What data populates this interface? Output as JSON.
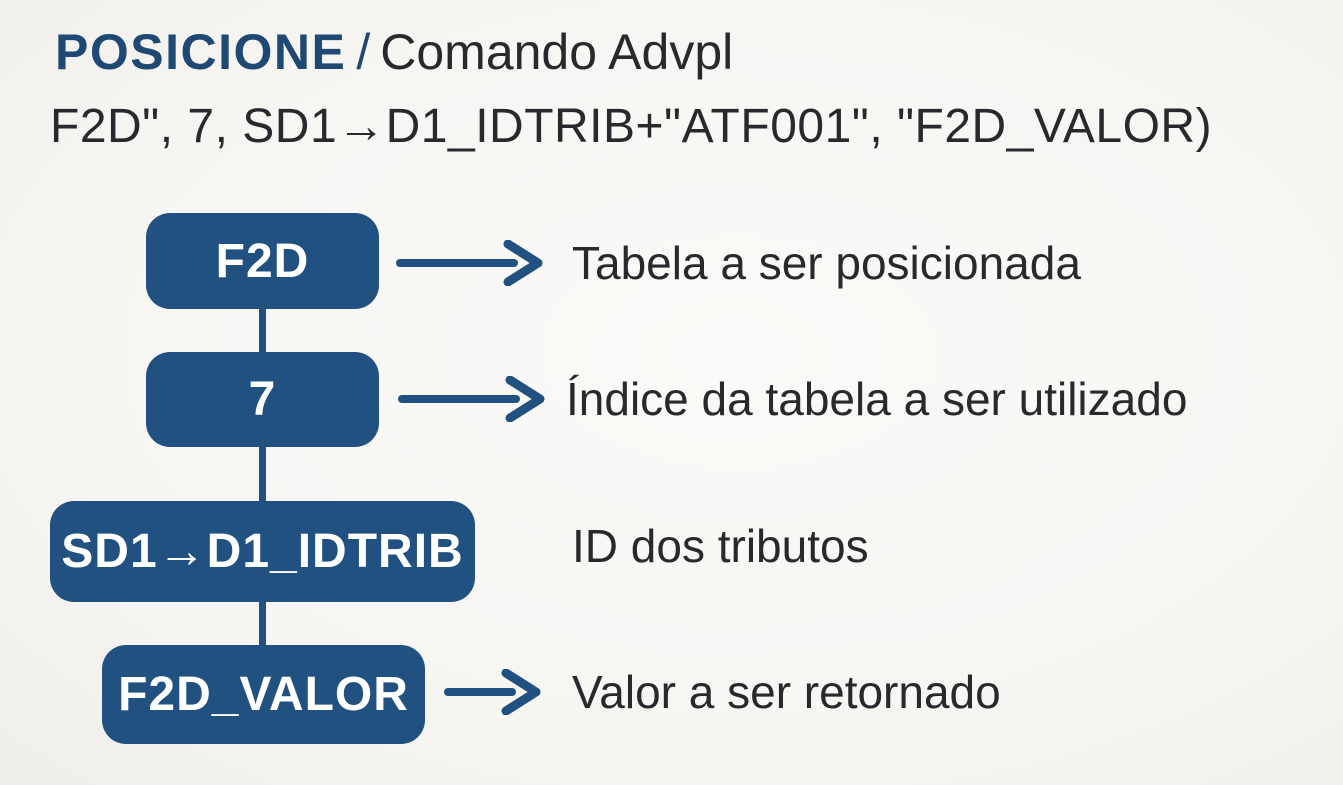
{
  "header": {
    "title_primary": "POSICIONE",
    "title_separator": "/",
    "title_secondary": "Comando Advpl",
    "code_line": "F2D\", 7, SD1→D1_IDTRIB+\"ATF001\", \"F2D_VALOR)"
  },
  "diagram": {
    "rows": [
      {
        "box_label": "F2D",
        "description": "Tabela a ser posicionada",
        "arrow": true
      },
      {
        "box_label": "7",
        "description": "Índice da tabela a ser utilizado",
        "arrow": true
      },
      {
        "box_label": "SD1→D1_IDTRIB",
        "description": "ID dos tributos",
        "arrow": false
      },
      {
        "box_label": "F2D_VALOR",
        "description": "Valor a ser retornado",
        "arrow": true
      }
    ]
  },
  "colors": {
    "box_navy": "#215180",
    "title_navy": "#1f4872",
    "arrow_navy": "#215180",
    "text_dark": "#27292d",
    "bg": "#f6f5f2"
  }
}
